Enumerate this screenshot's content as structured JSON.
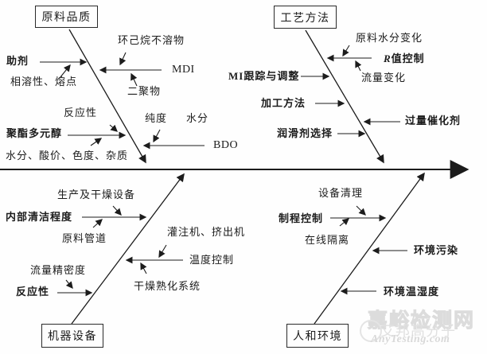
{
  "colors": {
    "ink": "#1c1c1c",
    "background": "#fefefe",
    "watermark_gray": "#dcdcdc"
  },
  "branches": {
    "raw_material": {
      "box": "原料品质",
      "main_causes": {
        "additive": "助剂",
        "polyester_polyol": "聚酯多元醇",
        "mdi": "MDI",
        "bdo": "BDO"
      },
      "sub_causes": {
        "cyclohexane_insolubles": "环己烷不溶物",
        "compatibility_melting_point": "相溶性、熔点",
        "dimer": "二聚物",
        "reactivity": "反应性",
        "purity": "纯度",
        "moisture": "水分",
        "moisture_acid_color_impurity": "水分、酸价、色度、杂质"
      }
    },
    "process_method": {
      "box": "工艺方法",
      "main_causes": {
        "r_value_control": {
          "prefix": "R",
          "rest": "值控制"
        },
        "mi_tracking_adjustment": "MI跟踪与调整",
        "processing_method": "加工方法",
        "excess_catalyst": "过量催化剂",
        "lubricant_selection": "润滑剂选择"
      },
      "sub_causes": {
        "raw_material_moisture_change": "原料水分变化",
        "flow_rate_change": "流量变化"
      }
    },
    "machine_equipment": {
      "box": "机器设备",
      "main_causes": {
        "internal_cleanliness": "内部清洁程度",
        "temperature_control": "温度控制",
        "reactivity": "反应性"
      },
      "sub_causes": {
        "production_drying_equipment": "生产及干燥设备",
        "raw_material_pipeline": "原料管道",
        "filling_extruding_machine": "灌注机、挤出机",
        "drying_curing_system": "干燥熟化系统",
        "flow_precision": "流量精密度"
      }
    },
    "people_environment": {
      "box": "人和环境",
      "main_causes": {
        "process_control": "制程控制",
        "environmental_pollution": "环境污染",
        "environment_temp_humidity": "环境温湿度"
      },
      "sub_causes": {
        "equipment_cleaning": "设备清理",
        "online_isolation": "在线隔离"
      }
    }
  },
  "watermark": {
    "site_name": "嘉峪检测网",
    "brand": "艾邦高分子",
    "site_url": "AnyTesting.com"
  }
}
